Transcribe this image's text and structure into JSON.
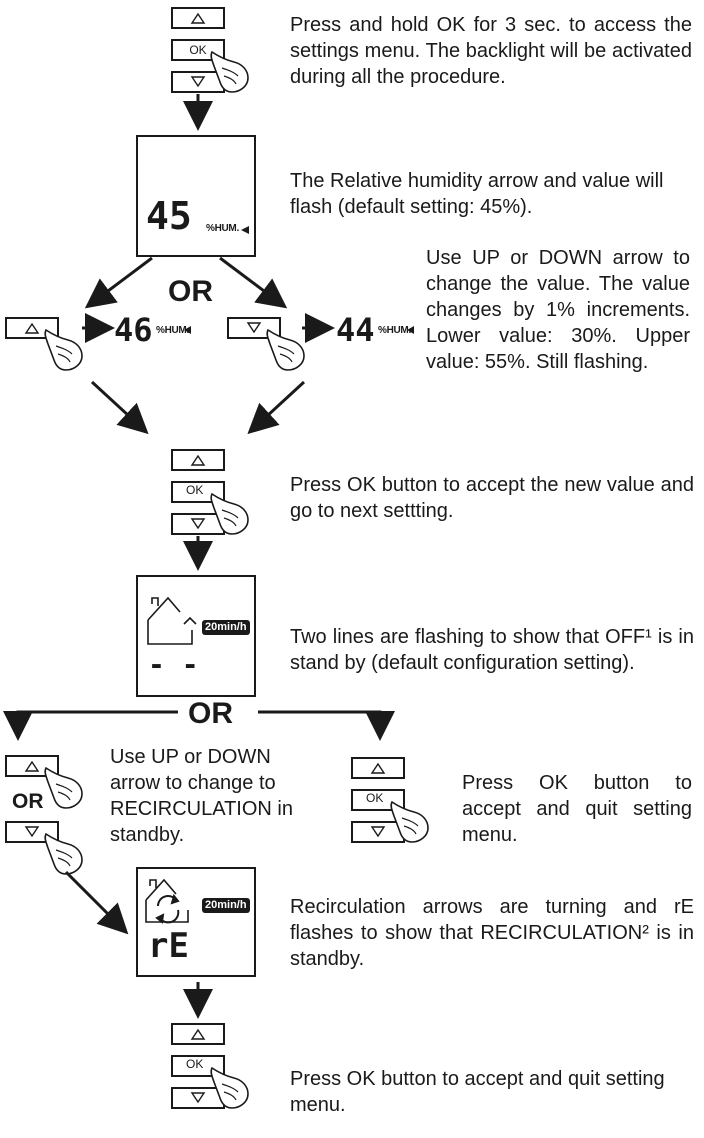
{
  "buttons": {
    "up": "▲",
    "ok": "OK",
    "down": "▼"
  },
  "steps": {
    "hold_ok": "Press and hold OK for 3 sec. to access the settings menu. The backlight will be activated during all the procedure.",
    "rh_flash": "The Relative humidity arrow and value will flash (default setting: 45%).",
    "use_arrows": "Use UP or DOWN arrow to change the value. The value changes by 1% increments. Lower value: 30%. Upper value: 55%. Still flashing.",
    "press_ok_next": "Press OK button to accept the new value and go to next settting.",
    "two_lines": "Two lines are flashing to show that OFF¹ is in stand by (default configuration setting).",
    "use_arrows_recirc": "Use UP or DOWN arrow to change to RECIRCULATION in standby.",
    "press_ok_quit_right": "Press OK button to accept and quit setting menu.",
    "recirc_flash": "Recirculation arrows are turning and rE flashes to show that RECIRCULATION² is in standby.",
    "press_ok_quit_final": "Press OK button to accept and quit setting menu."
  },
  "or_labels": {
    "first": "OR",
    "second": "OR",
    "small": "OR"
  },
  "displays": {
    "main_value": "45",
    "up_value": "46",
    "down_value": "44",
    "hum_unit": "%HUM.",
    "flow_badge": "20min/h",
    "off_lines": "- -",
    "recirc_code": "rE"
  },
  "colors": {
    "ink": "#1a1a1a",
    "background": "#ffffff"
  }
}
